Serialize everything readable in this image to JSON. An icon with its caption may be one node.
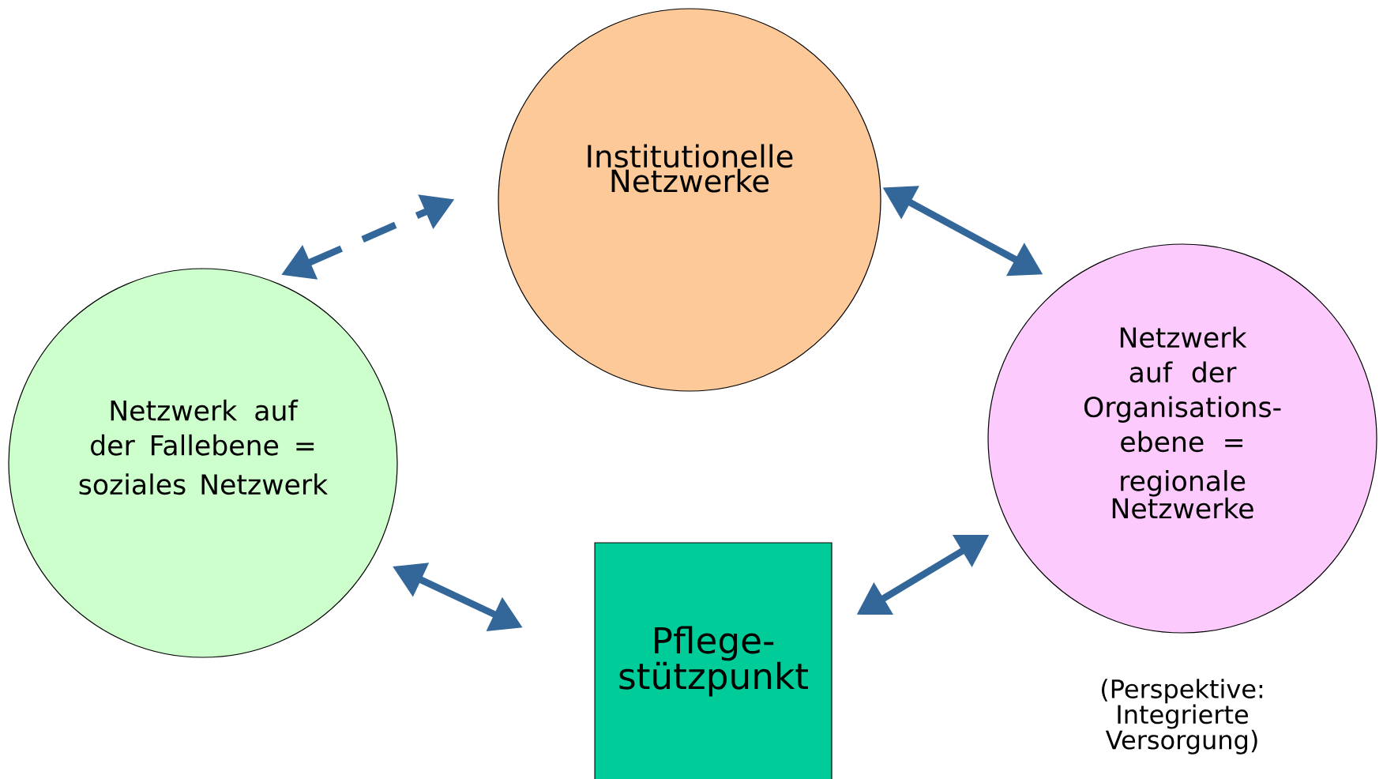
{
  "diagram": {
    "nodes": [
      {
        "text": [
          "Institutionelle Netzwerke"
        ]
      },
      {
        "text": [
          "Netzwerk auf der Fallebene =",
          "soziales Netzwerk"
        ]
      },
      {
        "text": [
          "Pflege-stützpunkt"
        ]
      },
      {
        "text": [
          "Netzwerk auf der Organisations-ebene =",
          "regionale Netzwerke"
        ],
        "beside": [
          "(Perspektive: Integrierte Versorgung)"
        ]
      }
    ],
    "edges": [
      {
        "from": 1,
        "to": 0,
        "arrow": "both",
        "style": "dashed"
      },
      {
        "from": 0,
        "to": 3,
        "arrow": "both"
      },
      {
        "from": 1,
        "to": 2,
        "arrow": "both"
      },
      {
        "from": 2,
        "to": 3,
        "arrow": "both"
      }
    ]
  }
}
